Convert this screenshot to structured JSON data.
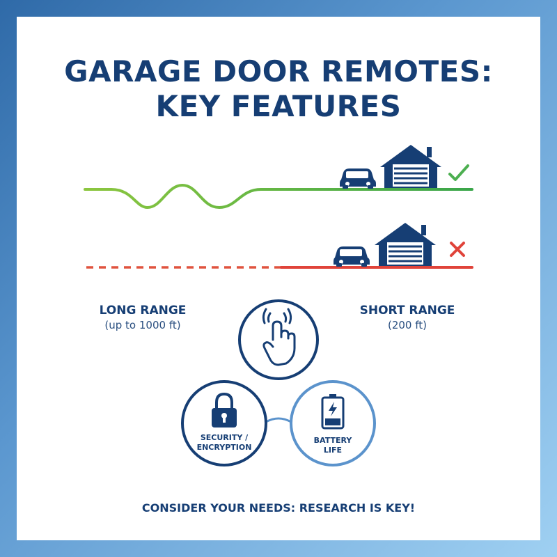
{
  "title": {
    "line1": "GARAGE DOOR REMOTES:",
    "line2": "KEY FEATURES"
  },
  "ranges": {
    "long": {
      "label": "LONG RANGE",
      "detail": "(up to 1000 ft)"
    },
    "short": {
      "label": "SHORT RANGE",
      "detail": "(200 ft)"
    }
  },
  "features": {
    "security": {
      "line1": "SECURITY /",
      "line2": "ENCRYPTION"
    },
    "battery": {
      "line1": "BATTERY",
      "line2": "LIFE"
    }
  },
  "footer": "CONSIDER YOUR NEEDS: RESEARCH IS KEY!",
  "colors": {
    "navy": "#163e74",
    "green": "#4caf50",
    "red": "#e0433a",
    "circle_blue": "#5b93cc"
  },
  "icons": [
    "car-icon",
    "garage-icon",
    "check-icon",
    "x-icon",
    "touch-hand-icon",
    "lock-icon",
    "battery-icon"
  ]
}
